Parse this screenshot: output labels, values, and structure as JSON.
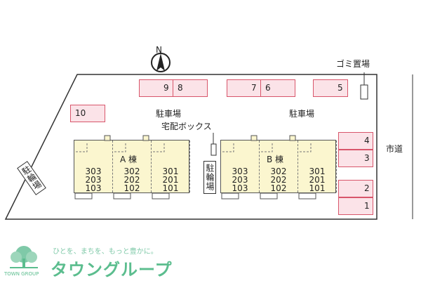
{
  "map": {
    "north": "N",
    "garbage": "ゴミ置場",
    "city_road": "市道",
    "parking_left": "駐車場",
    "parking_right": "駐車場",
    "delivery_box": "宅配ボックス",
    "bike_left": "駐輪場",
    "bike_center": "駐輪場",
    "parking_spaces": [
      "10",
      "9",
      "8",
      "7",
      "6",
      "5",
      "4",
      "3",
      "2",
      "1"
    ],
    "building_a": {
      "name": "A 棟",
      "units": [
        {
          "top": "303",
          "mid": "203",
          "bottom": "103"
        },
        {
          "top": "302",
          "mid": "202",
          "bottom": "102"
        },
        {
          "top": "301",
          "mid": "201",
          "bottom": "101"
        }
      ]
    },
    "building_b": {
      "name": "B 棟",
      "units": [
        {
          "top": "303",
          "mid": "203",
          "bottom": "103"
        },
        {
          "top": "302",
          "mid": "202",
          "bottom": "102"
        },
        {
          "top": "301",
          "mid": "201",
          "bottom": "101"
        }
      ]
    }
  },
  "brand": {
    "tagline": "ひとを、まちを、もっと豊かに。",
    "name": "タウングループ",
    "logo_text": "TOWN GROUP"
  },
  "colors": {
    "parking_border": "#d8566b",
    "parking_fill": "#fbe3e8",
    "building_fill": "#fbf6cf",
    "brand": "#5bbd8e"
  }
}
